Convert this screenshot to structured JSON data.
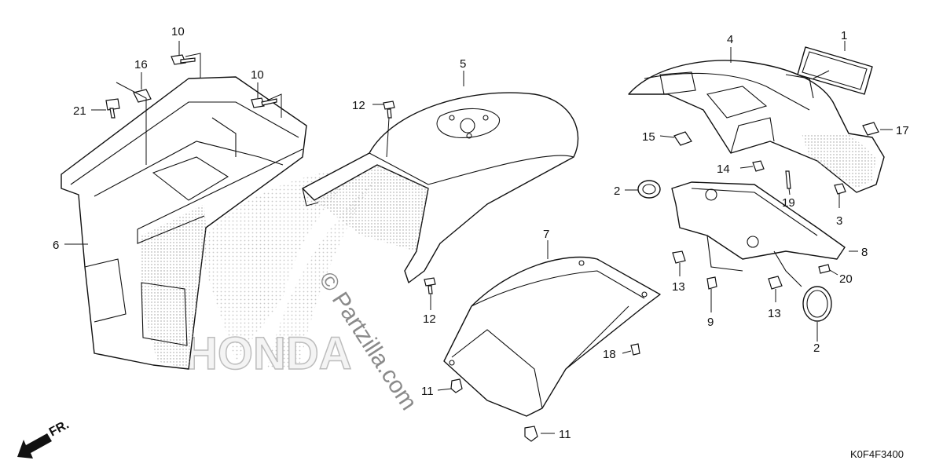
{
  "diagram": {
    "figure_code": "K0F4F3400",
    "direction_label": "FR.",
    "watermark": "© Partzilla.com",
    "watermark_logo": "HONDA",
    "callouts": [
      {
        "id": "c1",
        "text": "1"
      },
      {
        "id": "c2a",
        "text": "2"
      },
      {
        "id": "c2b",
        "text": "2"
      },
      {
        "id": "c3",
        "text": "3"
      },
      {
        "id": "c4",
        "text": "4"
      },
      {
        "id": "c5",
        "text": "5"
      },
      {
        "id": "c6",
        "text": "6"
      },
      {
        "id": "c7",
        "text": "7"
      },
      {
        "id": "c8",
        "text": "8"
      },
      {
        "id": "c9",
        "text": "9"
      },
      {
        "id": "c10a",
        "text": "10"
      },
      {
        "id": "c10b",
        "text": "10"
      },
      {
        "id": "c11a",
        "text": "11"
      },
      {
        "id": "c11b",
        "text": "11"
      },
      {
        "id": "c12a",
        "text": "12"
      },
      {
        "id": "c12b",
        "text": "12"
      },
      {
        "id": "c13a",
        "text": "13"
      },
      {
        "id": "c13b",
        "text": "13"
      },
      {
        "id": "c14",
        "text": "14"
      },
      {
        "id": "c15",
        "text": "15"
      },
      {
        "id": "c16",
        "text": "16"
      },
      {
        "id": "c17",
        "text": "17"
      },
      {
        "id": "c18",
        "text": "18"
      },
      {
        "id": "c19",
        "text": "19"
      },
      {
        "id": "c20",
        "text": "20"
      },
      {
        "id": "c21",
        "text": "21"
      }
    ]
  }
}
